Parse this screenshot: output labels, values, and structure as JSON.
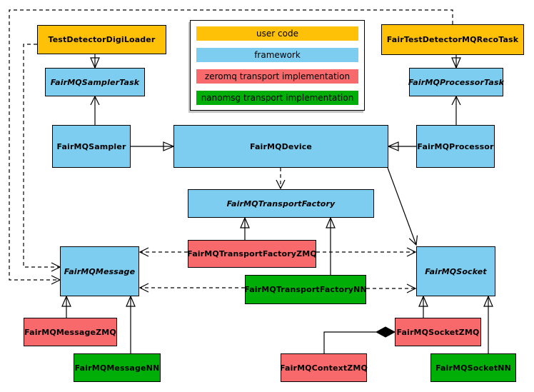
{
  "colors": {
    "user_code": "#ffc107",
    "framework": "#7ccdef",
    "zeromq": "#f8696b",
    "nanomsg": "#00ae08",
    "line": "#000000",
    "background": "#ffffff"
  },
  "legend": {
    "items": [
      {
        "label": "user code",
        "kind": "user_code"
      },
      {
        "label": "framework",
        "kind": "framework"
      },
      {
        "label": "zeromq transport implementation",
        "kind": "zeromq"
      },
      {
        "label": "nanomsg transport implementation",
        "kind": "nanomsg"
      }
    ]
  },
  "nodes": [
    {
      "id": "test-detector-digi-loader",
      "label": "TestDetectorDigiLoader",
      "kind": "user_code",
      "abstract": false
    },
    {
      "id": "fair-test-detector-mq-reco-task",
      "label": "FairTestDetectorMQRecoTask",
      "kind": "user_code",
      "abstract": false
    },
    {
      "id": "fairmq-sampler-task",
      "label": "FairMQSamplerTask",
      "kind": "framework",
      "abstract": true
    },
    {
      "id": "fairmq-processor-task",
      "label": "FairMQProcessorTask",
      "kind": "framework",
      "abstract": true
    },
    {
      "id": "fairmq-sampler",
      "label": "FairMQSampler",
      "kind": "framework",
      "abstract": false
    },
    {
      "id": "fairmq-device",
      "label": "FairMQDevice",
      "kind": "framework",
      "abstract": false
    },
    {
      "id": "fairmq-processor",
      "label": "FairMQProcessor",
      "kind": "framework",
      "abstract": false
    },
    {
      "id": "fairmq-transport-factory",
      "label": "FairMQTransportFactory",
      "kind": "framework",
      "abstract": true
    },
    {
      "id": "fairmq-transport-factory-zmq",
      "label": "FairMQTransportFactoryZMQ",
      "kind": "zeromq",
      "abstract": false
    },
    {
      "id": "fairmq-transport-factory-nn",
      "label": "FairMQTransportFactoryNN",
      "kind": "nanomsg",
      "abstract": false
    },
    {
      "id": "fairmq-message",
      "label": "FairMQMessage",
      "kind": "framework",
      "abstract": true
    },
    {
      "id": "fairmq-socket",
      "label": "FairMQSocket",
      "kind": "framework",
      "abstract": true
    },
    {
      "id": "fairmq-message-zmq",
      "label": "FairMQMessageZMQ",
      "kind": "zeromq",
      "abstract": false
    },
    {
      "id": "fairmq-message-nn",
      "label": "FairMQMessageNN",
      "kind": "nanomsg",
      "abstract": false
    },
    {
      "id": "fairmq-context-zmq",
      "label": "FairMQContextZMQ",
      "kind": "zeromq",
      "abstract": false
    },
    {
      "id": "fairmq-socket-zmq",
      "label": "FairMQSocketZMQ",
      "kind": "zeromq",
      "abstract": false
    },
    {
      "id": "fairmq-socket-nn",
      "label": "FairMQSocketNN",
      "kind": "nanomsg",
      "abstract": false
    }
  ],
  "edges": [
    {
      "type": "generalization",
      "from": "TestDetectorDigiLoader",
      "to": "FairMQSamplerTask"
    },
    {
      "type": "generalization",
      "from": "FairTestDetectorMQRecoTask",
      "to": "FairMQProcessorTask"
    },
    {
      "type": "generalization",
      "from": "FairMQSampler",
      "to": "FairMQDevice"
    },
    {
      "type": "generalization",
      "from": "FairMQProcessor",
      "to": "FairMQDevice"
    },
    {
      "type": "generalization",
      "from": "FairMQTransportFactoryZMQ",
      "to": "FairMQTransportFactory"
    },
    {
      "type": "generalization",
      "from": "FairMQTransportFactoryNN",
      "to": "FairMQTransportFactory"
    },
    {
      "type": "generalization",
      "from": "FairMQMessageZMQ",
      "to": "FairMQMessage"
    },
    {
      "type": "generalization",
      "from": "FairMQMessageNN",
      "to": "FairMQMessage"
    },
    {
      "type": "generalization",
      "from": "FairMQSocketZMQ",
      "to": "FairMQSocket"
    },
    {
      "type": "generalization",
      "from": "FairMQSocketNN",
      "to": "FairMQSocket"
    },
    {
      "type": "association",
      "from": "FairMQSampler",
      "to": "FairMQSamplerTask"
    },
    {
      "type": "association",
      "from": "FairMQProcessor",
      "to": "FairMQProcessorTask"
    },
    {
      "type": "association",
      "from": "FairMQDevice",
      "to": "FairMQSocket"
    },
    {
      "type": "dependency",
      "from": "FairMQDevice",
      "to": "FairMQTransportFactory"
    },
    {
      "type": "dependency",
      "from": "FairMQTransportFactoryZMQ",
      "to": "FairMQMessage"
    },
    {
      "type": "dependency",
      "from": "FairMQTransportFactoryZMQ",
      "to": "FairMQSocket"
    },
    {
      "type": "dependency",
      "from": "FairMQTransportFactoryNN",
      "to": "FairMQMessage"
    },
    {
      "type": "dependency",
      "from": "FairMQTransportFactoryNN",
      "to": "FairMQSocket"
    },
    {
      "type": "dependency",
      "from": "FairTestDetectorMQRecoTask",
      "to": "FairMQMessage"
    },
    {
      "type": "dependency",
      "from": "TestDetectorDigiLoader",
      "to": "FairMQMessage"
    },
    {
      "type": "composition",
      "owner": "FairMQSocketZMQ",
      "part": "FairMQContextZMQ"
    }
  ]
}
